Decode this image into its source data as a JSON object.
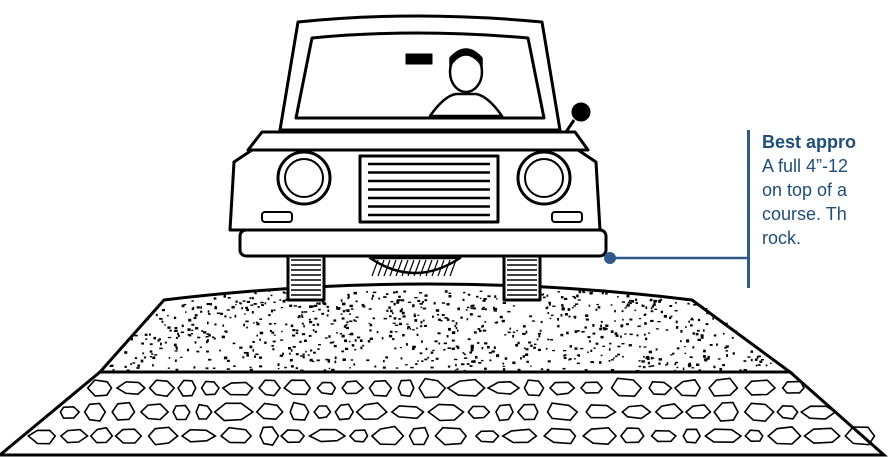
{
  "callout": {
    "title": "Best appro",
    "lines": [
      "A full 4”-12",
      "on top of a",
      "course.  Th",
      "rock."
    ]
  },
  "colors": {
    "accent": "#2e5a8a",
    "text": "#1f4e79",
    "ink": "#000000"
  }
}
